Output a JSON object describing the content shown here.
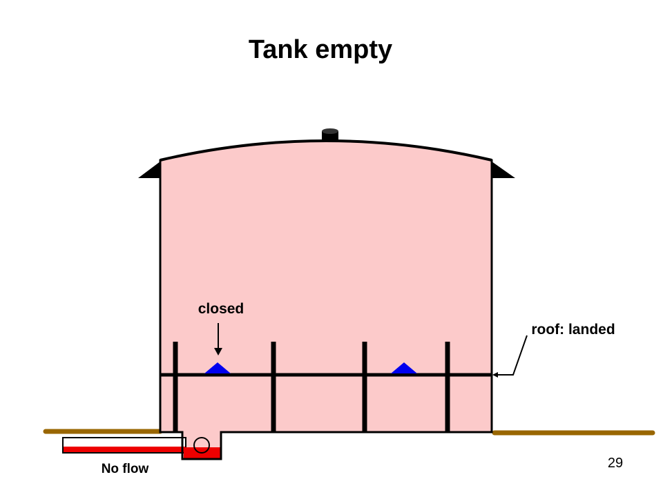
{
  "title": "Tank empty",
  "labels": {
    "closed": "closed",
    "roof_status": "roof: landed",
    "flow_status": "No flow"
  },
  "page_number": "29",
  "colors": {
    "tank_fill": "#fccaca",
    "outline": "#000000",
    "vent": "#0000ee",
    "ground": "#996600",
    "pipe_liquid": "#ee0000"
  }
}
